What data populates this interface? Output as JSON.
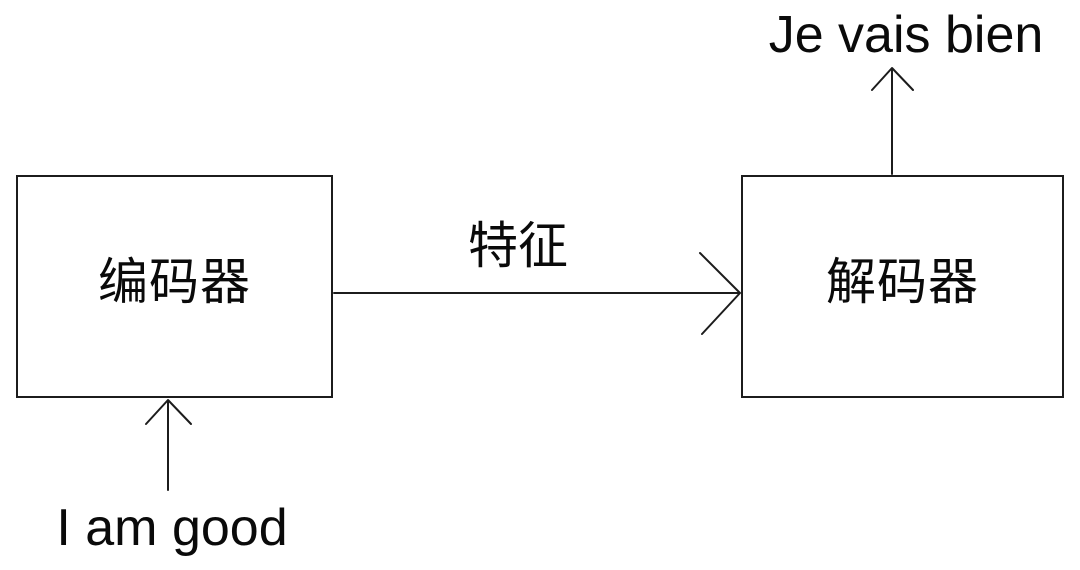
{
  "diagram": {
    "type": "flow-diagram",
    "nodes": {
      "encoder": {
        "label": "编码器"
      },
      "decoder": {
        "label": "解码器"
      }
    },
    "edge": {
      "label": "特征",
      "from": "encoder",
      "to": "decoder"
    },
    "input": {
      "text": "I am good"
    },
    "output": {
      "text": "Je vais bien"
    },
    "colors": {
      "line": "#1c1c1c",
      "text": "#0a0a0a",
      "background": "#ffffff"
    }
  }
}
